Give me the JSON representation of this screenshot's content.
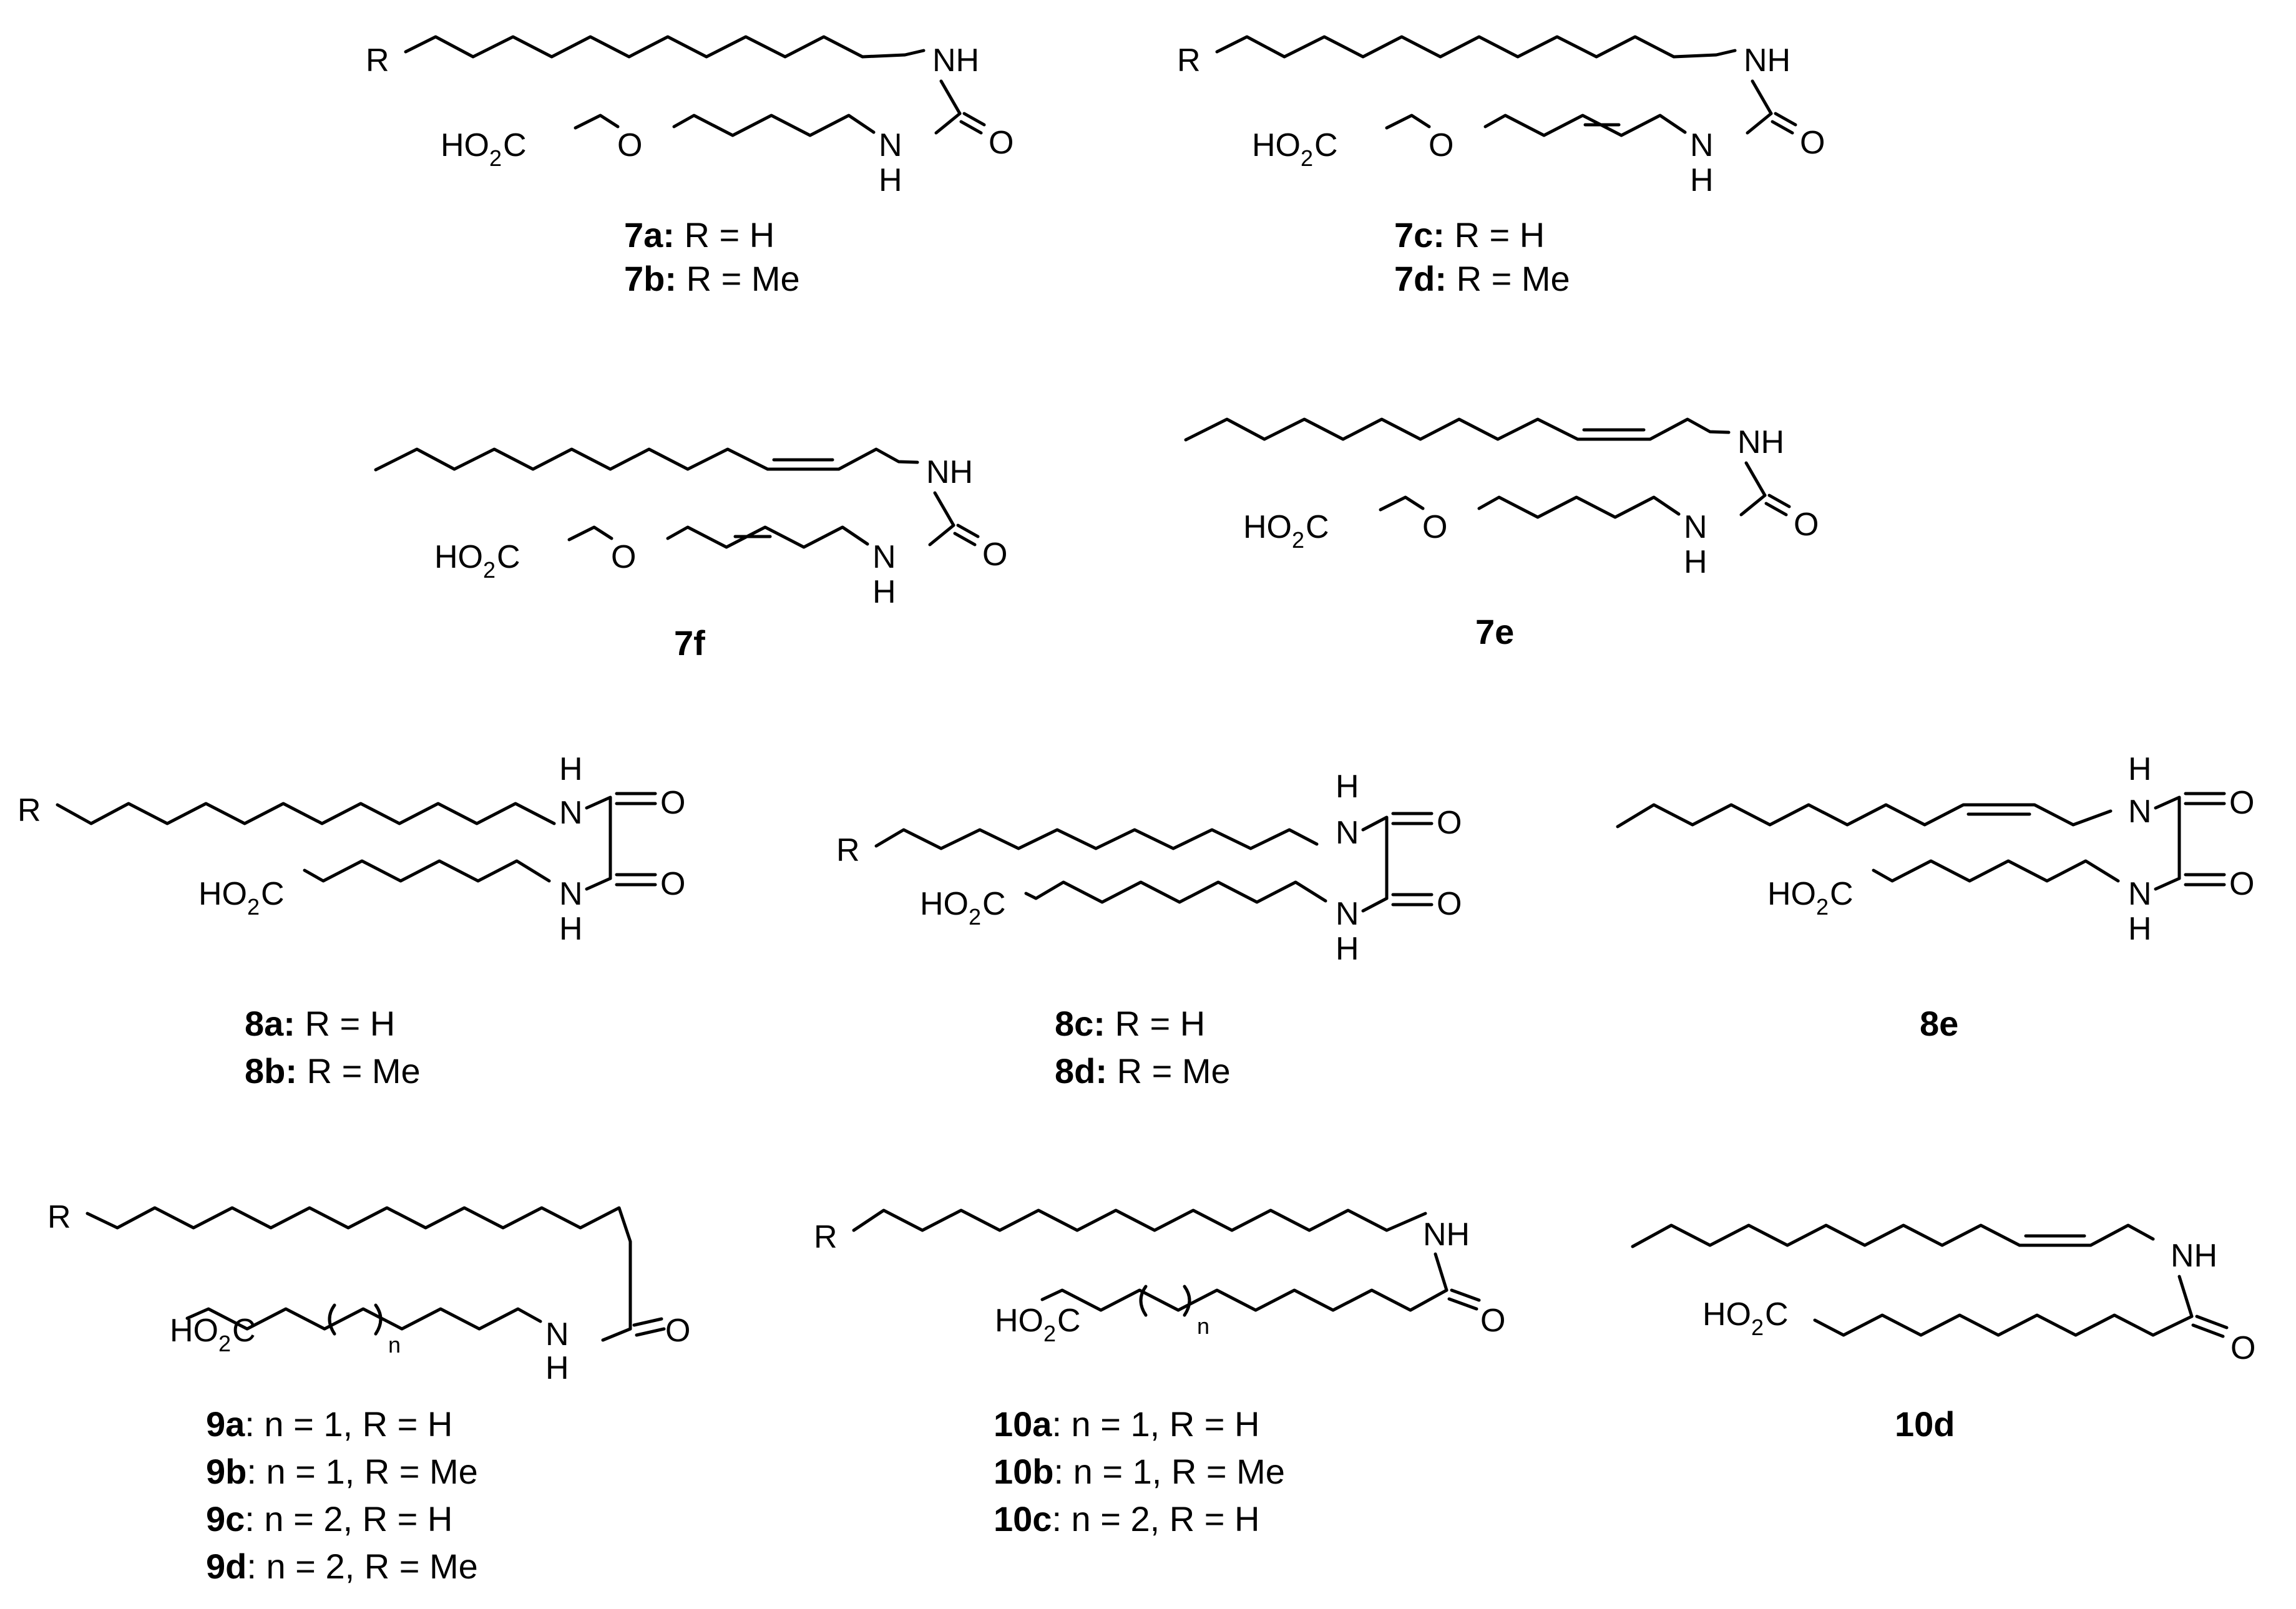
{
  "atoms": {
    "r": "R",
    "nh": "NH",
    "n": "N",
    "h": "H",
    "o": "O",
    "ho": "HO",
    "two": "2",
    "c": "C",
    "sub_n": "n"
  },
  "compounds": [
    {
      "id": "7a",
      "desc": ": R = H"
    },
    {
      "id": "7b",
      "desc": ": R = Me"
    },
    {
      "id": "7c",
      "desc": ": R = H"
    },
    {
      "id": "7d",
      "desc": ": R = Me"
    },
    {
      "id": "7f",
      "desc": ""
    },
    {
      "id": "7e",
      "desc": ""
    },
    {
      "id": "8a",
      "desc": ": R = H"
    },
    {
      "id": "8b",
      "desc": ": R = Me"
    },
    {
      "id": "8c",
      "desc": ": R = H"
    },
    {
      "id": "8d",
      "desc": ": R = Me"
    },
    {
      "id": "8e",
      "desc": ""
    },
    {
      "id": "9a",
      "desc": ": n = 1, R = H"
    },
    {
      "id": "9b",
      "desc": ": n = 1, R = Me"
    },
    {
      "id": "9c",
      "desc": ": n = 2, R = H"
    },
    {
      "id": "9d",
      "desc": ": n = 2, R = Me"
    },
    {
      "id": "10a",
      "desc": ": n = 1, R = H"
    },
    {
      "id": "10b",
      "desc": ": n = 1, R = Me"
    },
    {
      "id": "10c",
      "desc": ": n = 2, R = H"
    },
    {
      "id": "10d",
      "desc": ""
    }
  ]
}
